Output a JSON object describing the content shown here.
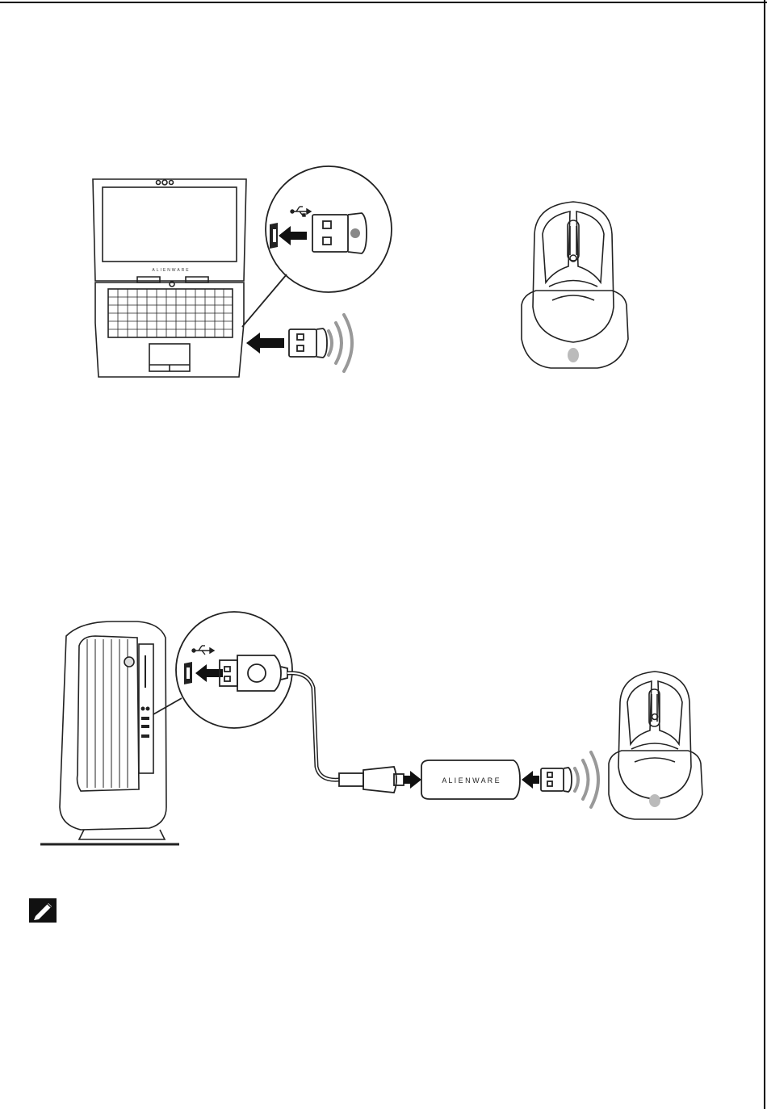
{
  "figures": [
    {
      "laptop": {
        "brand_label": "ALIENWARE"
      },
      "dongle": {
        "connector": "usb-a-nano",
        "symbol": "usb-icon"
      },
      "mouse": {
        "state": "on-cradle"
      }
    },
    {
      "desktop": {
        "connector": "usb-a"
      },
      "extender": {
        "brand_label": "A L I E N W A R E"
      },
      "dongle": {
        "connector": "usb-a-nano",
        "symbol": "usb-icon"
      },
      "mouse": {
        "state": "on-cradle"
      }
    }
  ],
  "note": {
    "icon": "pencil-note-icon",
    "text": ""
  }
}
